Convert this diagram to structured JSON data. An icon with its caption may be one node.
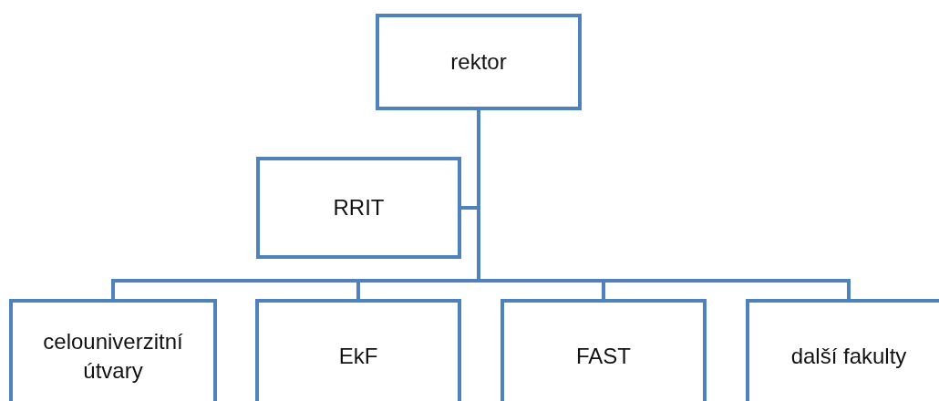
{
  "diagram": {
    "nodes": [
      {
        "text": [
          "rektor"
        ]
      },
      {
        "text": [
          "RRIT"
        ]
      },
      {
        "text": [
          "celouniverzitní útvary"
        ]
      },
      {
        "text": [
          "EkF"
        ]
      },
      {
        "text": [
          "FAST"
        ]
      },
      {
        "text": [
          "další fakulty"
        ]
      }
    ],
    "edges": [
      {
        "from": 0,
        "to": 1,
        "arrow": "none"
      },
      {
        "from": 0,
        "to": 2,
        "arrow": "none"
      },
      {
        "from": 0,
        "to": 3,
        "arrow": "none"
      },
      {
        "from": 0,
        "to": 4,
        "arrow": "none"
      },
      {
        "from": 0,
        "to": 5,
        "arrow": "none"
      }
    ]
  }
}
